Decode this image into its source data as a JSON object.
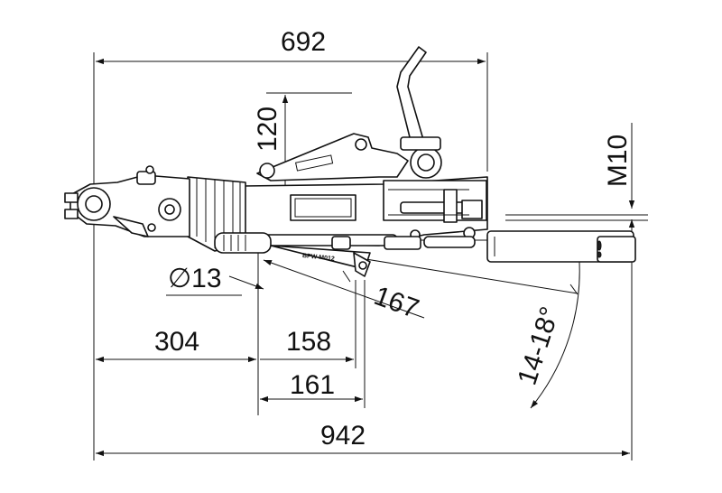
{
  "dimensions": {
    "overall_top": "692",
    "height": "120",
    "thread": "M10",
    "diameter": "∅13",
    "diagonal": "167",
    "angle": "14-18°",
    "left_offset": "304",
    "mid_upper": "158",
    "mid_lower": "161",
    "overall_bottom": "942"
  },
  "labels": {
    "plate_text": "BPW M012"
  },
  "colors": {
    "line": "#111111",
    "background": "#ffffff"
  }
}
